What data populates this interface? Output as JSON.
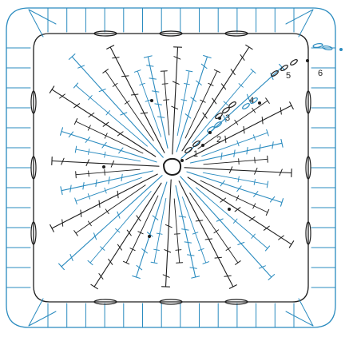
{
  "diagram": {
    "round_labels": [
      {
        "id": "r1",
        "text": "1"
      },
      {
        "id": "r2",
        "text": "2"
      },
      {
        "id": "r3",
        "text": "3"
      },
      {
        "id": "r4",
        "text": "4"
      },
      {
        "id": "r5",
        "text": "5"
      },
      {
        "id": "r6",
        "text": "6"
      }
    ],
    "colors": {
      "blue_rounds": "#2a8bbf",
      "black_rounds": "#1d1d1d",
      "background": "#ffffff"
    },
    "symbols": {
      "center": "magic-ring",
      "stitches": [
        "chain-stitch",
        "single-crochet",
        "double-crochet",
        "treble-crochet",
        "slip-stitch"
      ]
    }
  }
}
